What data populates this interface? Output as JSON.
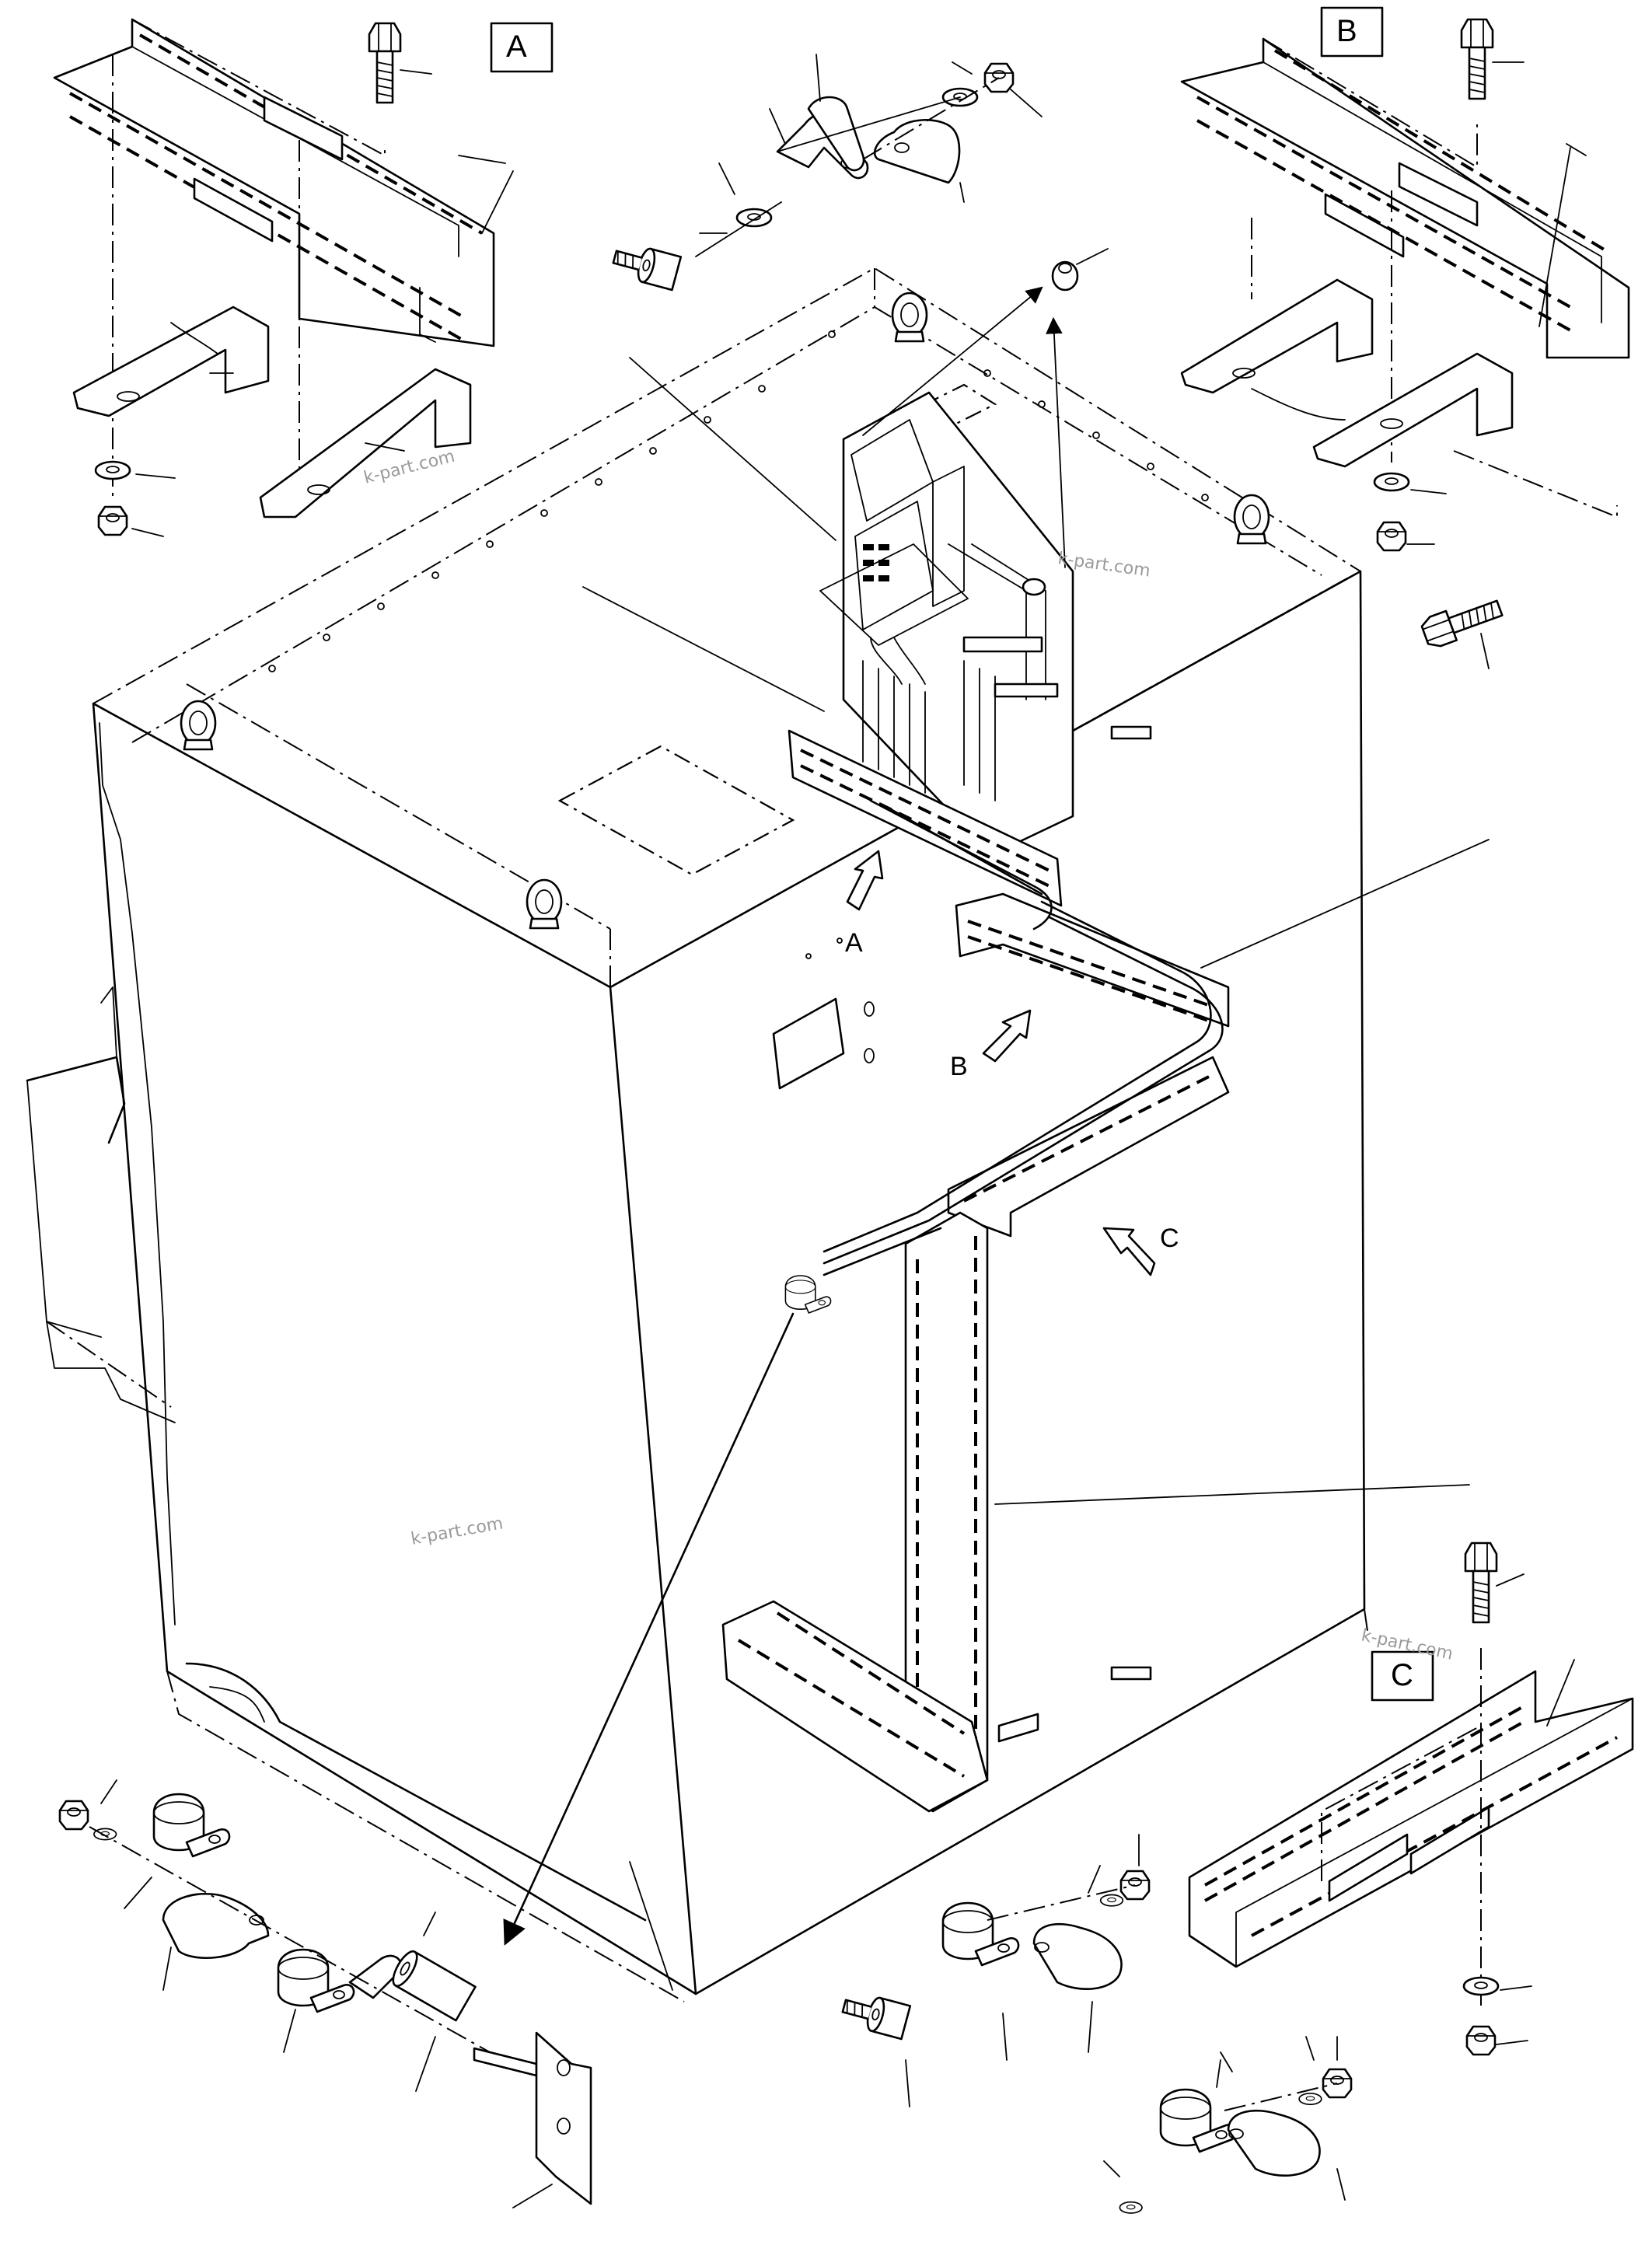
{
  "callouts": {
    "box_a": "A",
    "box_b": "B",
    "box_c": "C",
    "arrow_a": "A",
    "arrow_b": "B",
    "arrow_c": "C"
  },
  "watermarks": [
    "k-part.com",
    "k-part.com",
    "k-part.com",
    "k-part.com"
  ]
}
